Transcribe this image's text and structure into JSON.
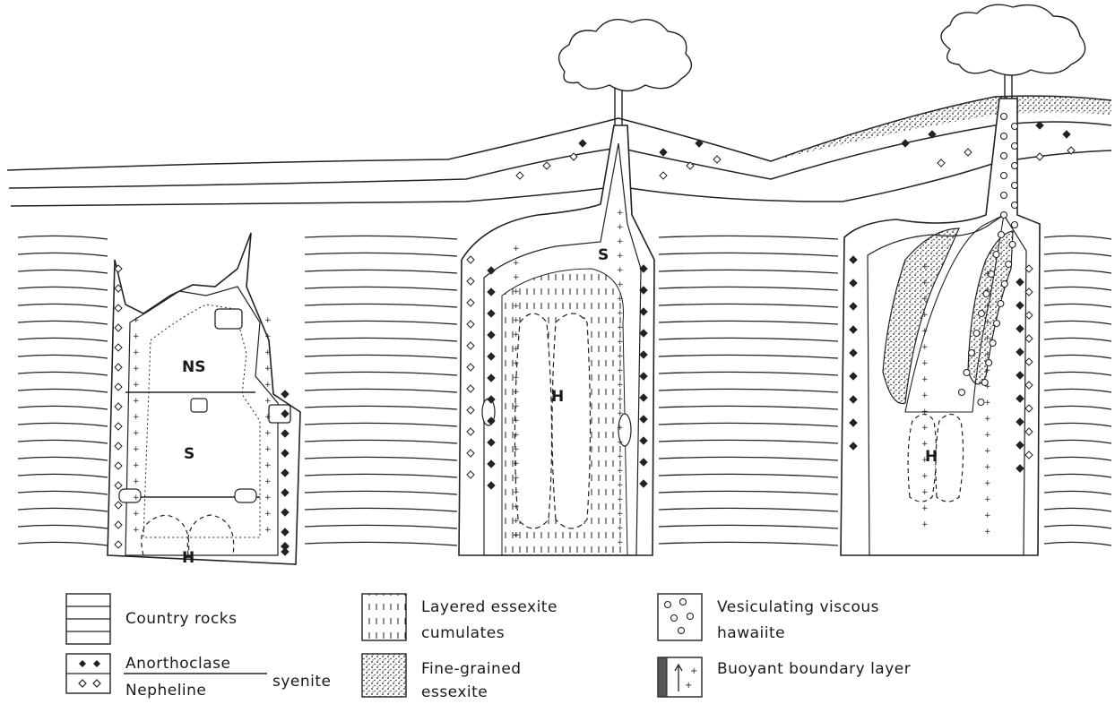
{
  "diagram": {
    "labels": {
      "left_ns": "NS",
      "left_s": "S",
      "left_h": "H",
      "middle_s": "S",
      "middle_h": "H",
      "right_h": "H"
    }
  },
  "legend": {
    "country_rocks": "Country rocks",
    "anorthoclase": "Anorthoclase",
    "nepheline": "Nepheline",
    "syenite": "syenite",
    "layered_essexite_line1": "Layered essexite",
    "layered_essexite_line2": "cumulates",
    "fine_grained_line1": "Fine-grained",
    "fine_grained_line2": "essexite",
    "vesiculating_line1": "Vesiculating viscous",
    "vesiculating_line2": "hawaiite",
    "buoyant_boundary": "Buoyant boundary layer"
  }
}
